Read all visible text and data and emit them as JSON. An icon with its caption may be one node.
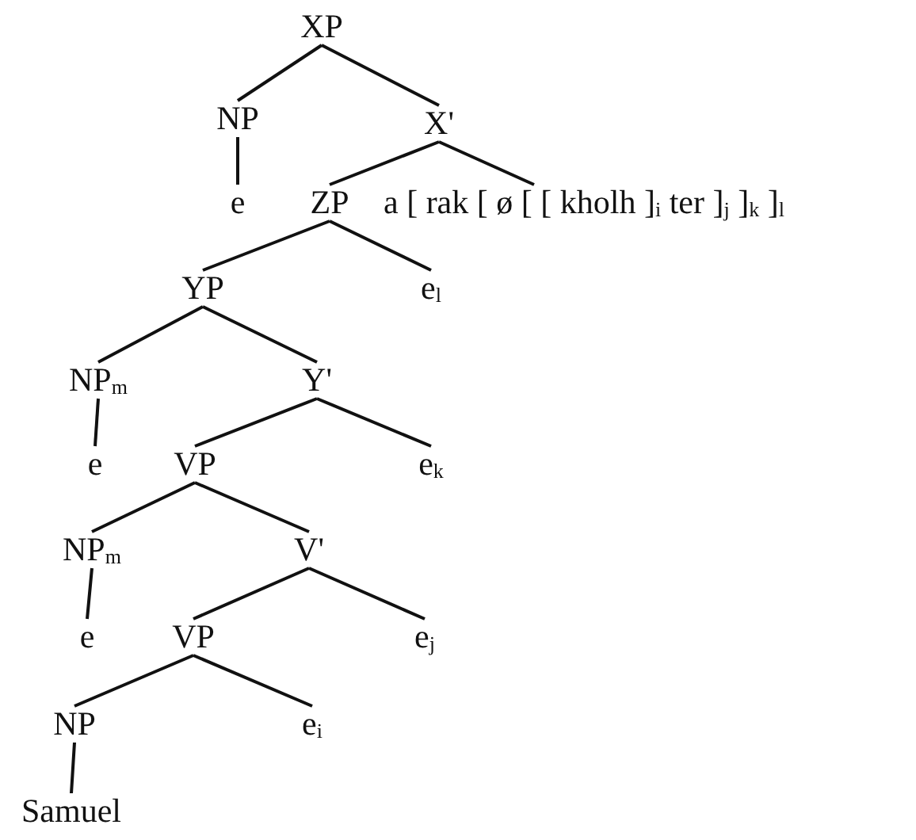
{
  "diagram": {
    "nodes": [
      {
        "text": [
          "XP"
        ]
      },
      {
        "text": [
          "NP"
        ]
      },
      {
        "text": [
          "X'"
        ]
      },
      {
        "text": [
          "e"
        ]
      },
      {
        "text": [
          "ZP"
        ]
      },
      {
        "text": [
          "a [ rak [ ø [ [ kholh ]$_{i}$ ter ]$_{j}$ ]$_{k}$ ]$_{l}$"
        ]
      },
      {
        "text": [
          "YP"
        ]
      },
      {
        "text": [
          "e$_{l}$"
        ]
      },
      {
        "text": [
          "NP$_{m}$"
        ]
      },
      {
        "text": [
          "Y'"
        ]
      },
      {
        "text": [
          "e"
        ]
      },
      {
        "text": [
          "VP"
        ]
      },
      {
        "text": [
          "e$_{k}$"
        ]
      },
      {
        "text": [
          "NP$_{m}$"
        ]
      },
      {
        "text": [
          "V'"
        ]
      },
      {
        "text": [
          "e"
        ]
      },
      {
        "text": [
          "VP"
        ]
      },
      {
        "text": [
          "e$_{j}$"
        ]
      },
      {
        "text": [
          "NP"
        ]
      },
      {
        "text": [
          "e$_{i}$"
        ]
      },
      {
        "text": [
          "Samuel"
        ]
      }
    ],
    "edges": [
      {
        "from": 0,
        "to": 1,
        "arrow": "none"
      },
      {
        "from": 0,
        "to": 2,
        "arrow": "none"
      },
      {
        "from": 1,
        "to": 3,
        "arrow": "none"
      },
      {
        "from": 2,
        "to": 4,
        "arrow": "none"
      },
      {
        "from": 2,
        "to": 5,
        "arrow": "none"
      },
      {
        "from": 4,
        "to": 6,
        "arrow": "none"
      },
      {
        "from": 4,
        "to": 7,
        "arrow": "none"
      },
      {
        "from": 6,
        "to": 8,
        "arrow": "none"
      },
      {
        "from": 6,
        "to": 9,
        "arrow": "none"
      },
      {
        "from": 8,
        "to": 10,
        "arrow": "none"
      },
      {
        "from": 9,
        "to": 11,
        "arrow": "none"
      },
      {
        "from": 9,
        "to": 12,
        "arrow": "none"
      },
      {
        "from": 11,
        "to": 13,
        "arrow": "none"
      },
      {
        "from": 11,
        "to": 14,
        "arrow": "none"
      },
      {
        "from": 13,
        "to": 15,
        "arrow": "none"
      },
      {
        "from": 14,
        "to": 16,
        "arrow": "none"
      },
      {
        "from": 14,
        "to": 17,
        "arrow": "none"
      },
      {
        "from": 16,
        "to": 18,
        "arrow": "none"
      },
      {
        "from": 16,
        "to": 19,
        "arrow": "none"
      },
      {
        "from": 18,
        "to": 20,
        "arrow": "none"
      }
    ]
  }
}
